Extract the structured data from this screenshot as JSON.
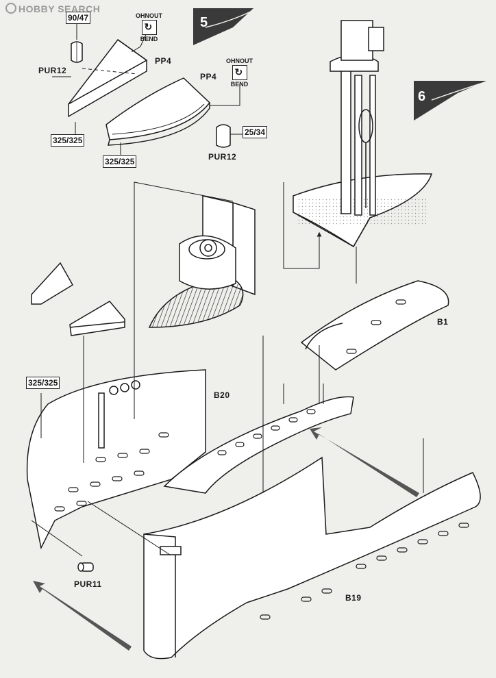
{
  "watermark": "HOBBY SEARCH",
  "steps": {
    "five": "5",
    "six": "6"
  },
  "bend_labels": {
    "top": "OHNOUT",
    "bottom": "BEND"
  },
  "labels": {
    "size_90_47": "90/47",
    "size_325_a": "325/325",
    "size_325_b": "325/325",
    "size_325_c": "325/325",
    "size_25_34": "25/34",
    "pp4_a": "PP4",
    "pp4_b": "PP4",
    "pur12_a": "PUR12",
    "pur12_b": "PUR12",
    "pur11": "PUR11",
    "b1": "B1",
    "b19": "B19",
    "b20": "B20"
  },
  "colors": {
    "paper": "#efefeb",
    "ink": "#1a1a1a",
    "step_fill": "#3a3a3a"
  }
}
